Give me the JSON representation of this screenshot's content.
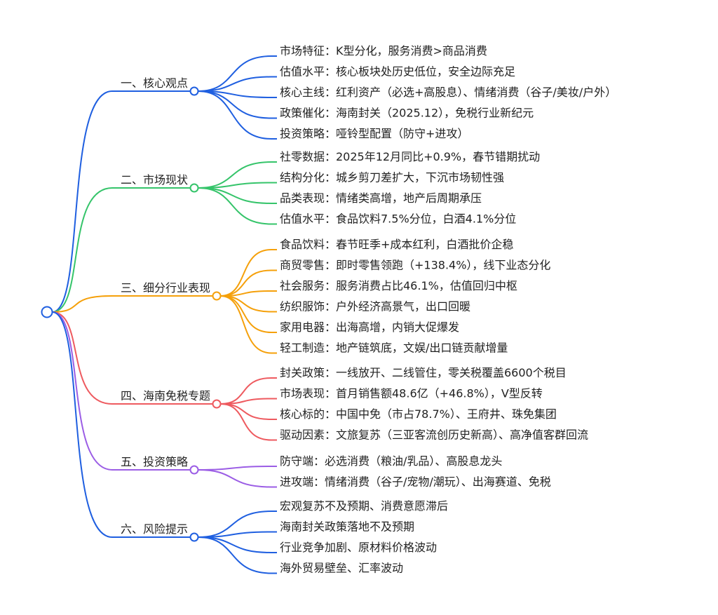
{
  "mindmap": {
    "root": {
      "label": ""
    },
    "branches": [
      {
        "label": "一、核心观点",
        "color": "#1f5fe0",
        "items": [
          "市场特征：K型分化，服务消费>商品消费",
          "估值水平：核心板块处历史低位，安全边际充足",
          "核心主线：红利资产（必选+高股息）、情绪消费（谷子/美妆/户外）",
          "政策催化：海南封关（2025.12），免税行业新纪元",
          "投资策略：哑铃型配置（防守+进攻）"
        ]
      },
      {
        "label": "二、市场现状",
        "color": "#35c46a",
        "items": [
          "社零数据：2025年12月同比+0.9%，春节错期扰动",
          "结构分化：城乡剪刀差扩大，下沉市场韧性强",
          "品类表现：情绪类高增，地产后周期承压",
          "估值水平：食品饮料7.5%分位，白酒4.1%分位"
        ]
      },
      {
        "label": "三、细分行业表现",
        "color": "#f5a00a",
        "items": [
          "食品饮料：春节旺季+成本红利，白酒批价企稳",
          "商贸零售：即时零售领跑（+138.4%），线下业态分化",
          "社会服务：服务消费占比46.1%，估值回归中枢",
          "纺织服饰：户外经济高景气，出口回暖",
          "家用电器：出海高增，内销大促爆发",
          "轻工制造：地产链筑底，文娱/出口链贡献增量"
        ]
      },
      {
        "label": "四、海南免税专题",
        "color": "#ee5a5f",
        "items": [
          "封关政策：一线放开、二线管住，零关税覆盖6600个税目",
          "市场表现：首月销售额48.6亿（+46.8%），V型反转",
          "核心标的：中国中免（市占78.7%）、王府井、珠免集团",
          "驱动因素：文旅复苏（三亚客流创历史新高）、高净值客群回流"
        ]
      },
      {
        "label": "五、投资策略",
        "color": "#9b5de5",
        "items": [
          "防守端：必选消费（粮油/乳品）、高股息龙头",
          "进攻端：情绪消费（谷子/宠物/潮玩）、出海赛道、免税"
        ]
      },
      {
        "label": "六、风险提示",
        "color": "#1f5fe0",
        "items": [
          "宏观复苏不及预期、消费意愿滞后",
          "海南封关政策落地不及预期",
          "行业竞争加剧、原材料价格波动",
          "海外贸易壁垒、汇率波动"
        ]
      }
    ]
  }
}
